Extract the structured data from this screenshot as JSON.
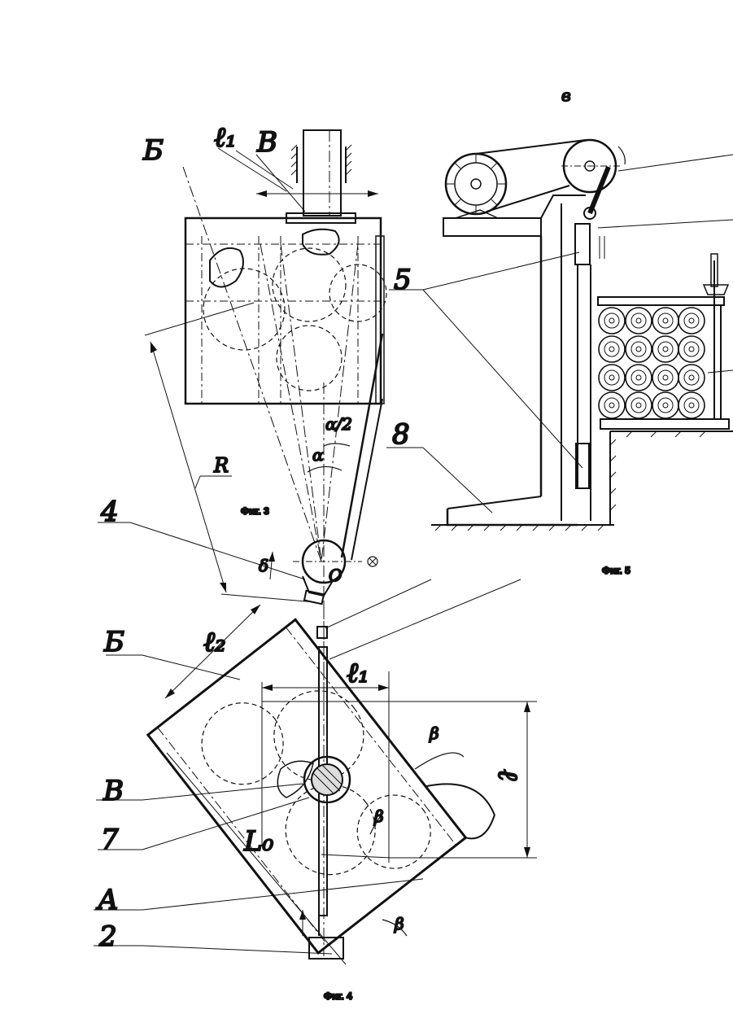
{
  "figures": {
    "fig3": {
      "caption": "Фиг. 3"
    },
    "fig4": {
      "caption": "Фиг. 4"
    },
    "fig5": {
      "caption": "Фиг. 5"
    }
  },
  "labels": {
    "b_top": "Б",
    "l1_top": "ℓ₁",
    "v_top": "В",
    "five": "5",
    "eight": "8",
    "r": "R",
    "four": "4",
    "alpha_half": "α/2",
    "alpha": "α",
    "delta": "δ",
    "o": "O",
    "l2": "ℓ₂",
    "b_mid": "Б",
    "l1_mid": "ℓ₁",
    "beta_top": "β",
    "l_right": "ℓ",
    "v_mid": "В",
    "seven": "7",
    "lo": "L₀",
    "beta_mid": "β",
    "a": "А",
    "two": "2",
    "beta_bot": "β",
    "fig5_top": "в"
  }
}
